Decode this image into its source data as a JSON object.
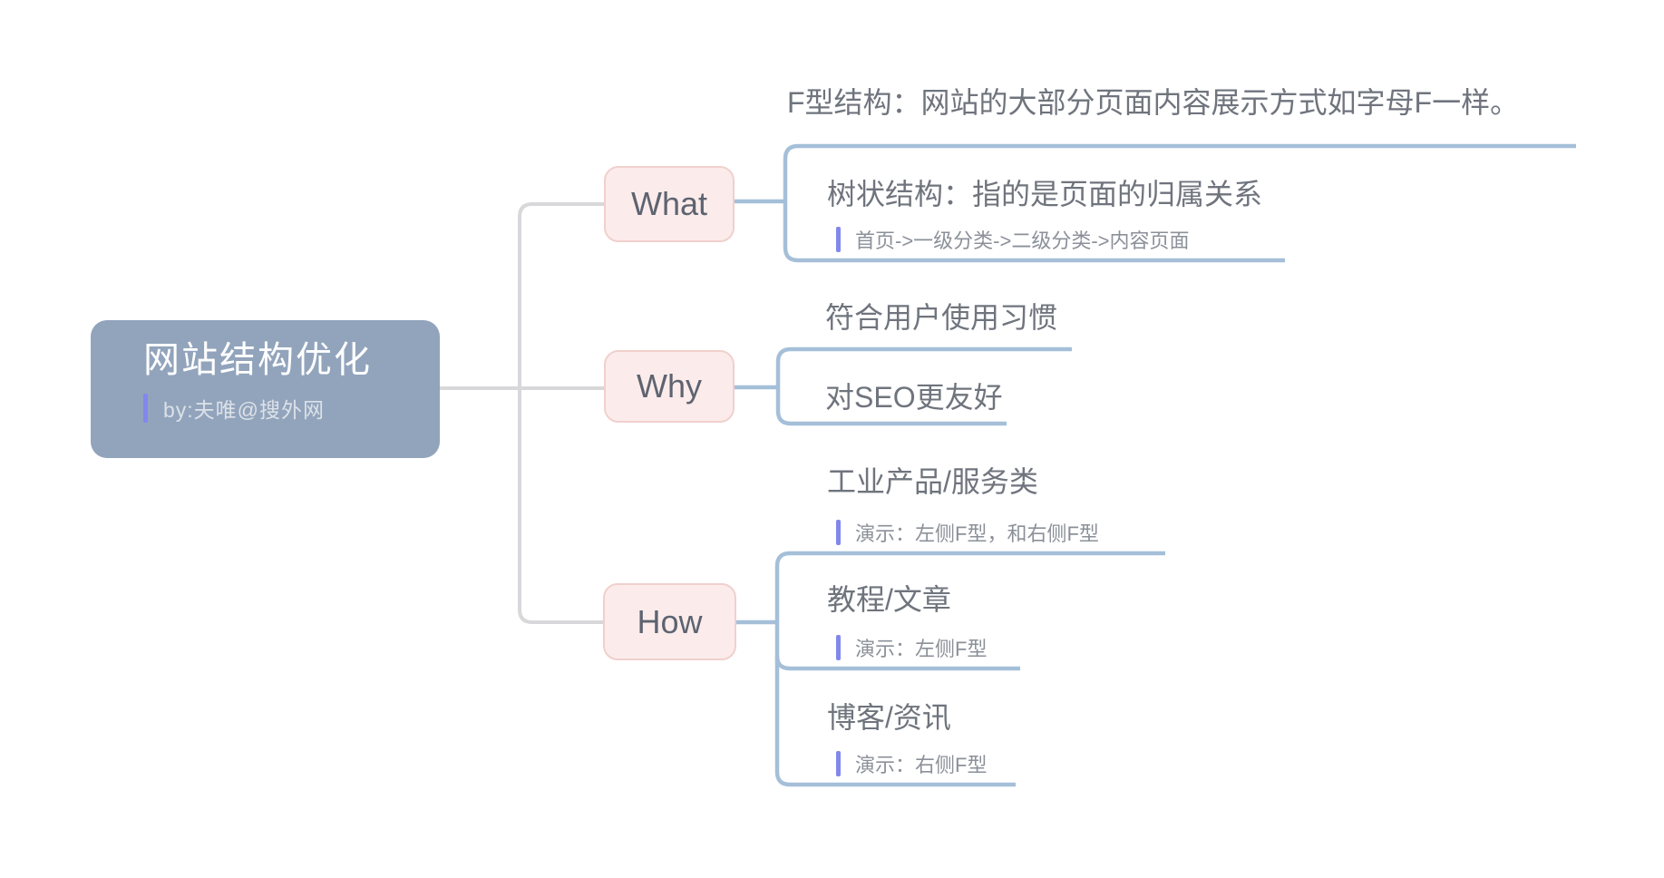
{
  "root": {
    "title": "网站结构优化",
    "note": "by:夫唯@搜外网"
  },
  "branches": [
    {
      "label": "What",
      "children": [
        {
          "text": "F型结构：网站的大部分页面内容展示方式如字母F一样。"
        },
        {
          "text": "树状结构：指的是页面的归属关系",
          "note": "首页->一级分类->二级分类->内容页面"
        }
      ]
    },
    {
      "label": "Why",
      "children": [
        {
          "text": "符合用户使用习惯"
        },
        {
          "text": "对SEO更友好"
        }
      ]
    },
    {
      "label": "How",
      "children": [
        {
          "text": "工业产品/服务类",
          "note": "演示：左侧F型，和右侧F型"
        },
        {
          "text": "教程/文章",
          "note": "演示：左侧F型"
        },
        {
          "text": "博客/资讯",
          "note": "演示：右侧F型"
        }
      ]
    }
  ],
  "colors": {
    "root_background": "#92a4bc",
    "branch_background": "#fbeceb",
    "branch_border": "#f0d0cd",
    "connector_gray": "#d8d8db",
    "connector_blue": "#a5bfd9",
    "note_bar_purple": "#8287ec",
    "topic_text": "#6f747d",
    "note_text": "#8b9099"
  }
}
